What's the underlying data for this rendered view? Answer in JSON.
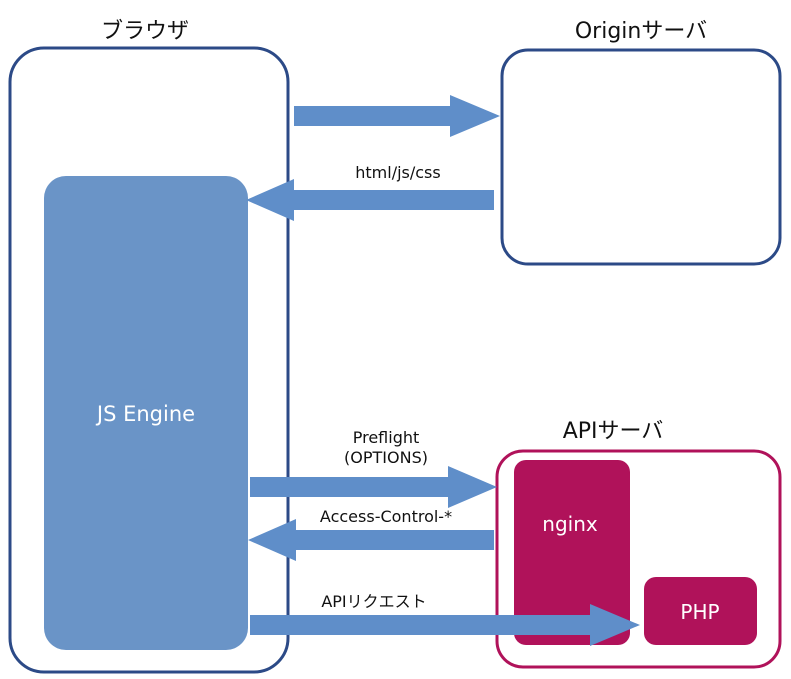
{
  "colors": {
    "browser_border": "#2c4a87",
    "origin_border": "#2c4a87",
    "api_border": "#b0125a",
    "js_engine_fill": "#6a94c7",
    "arrow_fill": "#5f8ec9",
    "nginx_fill": "#b0125a",
    "php_fill": "#b0125a"
  },
  "browser": {
    "title": "ブラウザ",
    "js_engine_label": "JS Engine"
  },
  "origin_server": {
    "title": "Originサーバ"
  },
  "api_server": {
    "title": "APIサーバ",
    "nginx_label": "nginx",
    "php_label": "PHP"
  },
  "arrows": {
    "request_to_origin": "",
    "origin_response": "html/js/css",
    "preflight_line1": "Preflight",
    "preflight_line2": "(OPTIONS)",
    "access_control": "Access-Control-*",
    "api_request": "APIリクエスト"
  }
}
